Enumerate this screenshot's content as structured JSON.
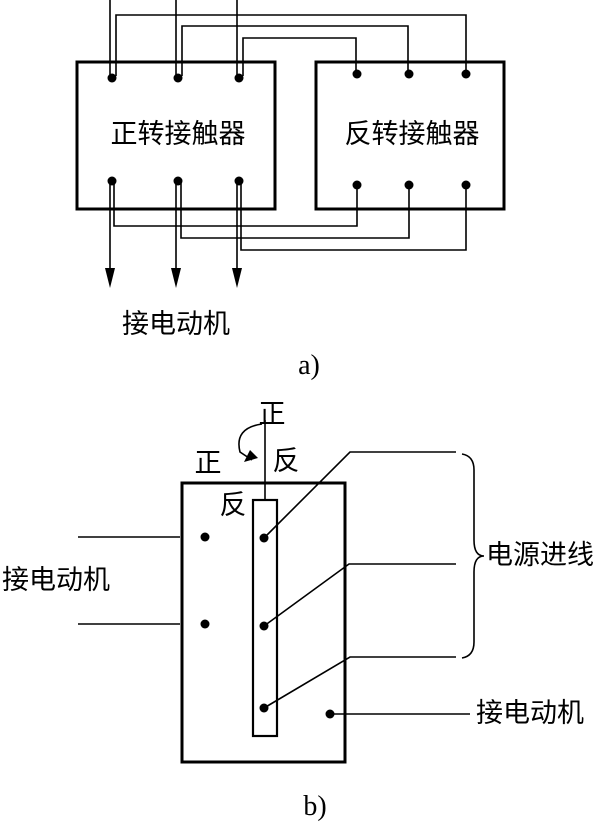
{
  "diagram_a": {
    "forward_contactor_label": "正转接触器",
    "reverse_contactor_label": "反转接触器",
    "motor_output_label": "接电动机",
    "caption": "a)"
  },
  "diagram_b": {
    "forward_label_top": "正",
    "forward_label_left": "正",
    "reverse_label_right": "反",
    "reverse_label_inner": "反",
    "motor_left_label": "接电动机",
    "motor_right_label": "接电动机",
    "power_input_label": "电源进线",
    "caption": "b)"
  },
  "colors": {
    "line": "#000000",
    "background": "#ffffff"
  }
}
